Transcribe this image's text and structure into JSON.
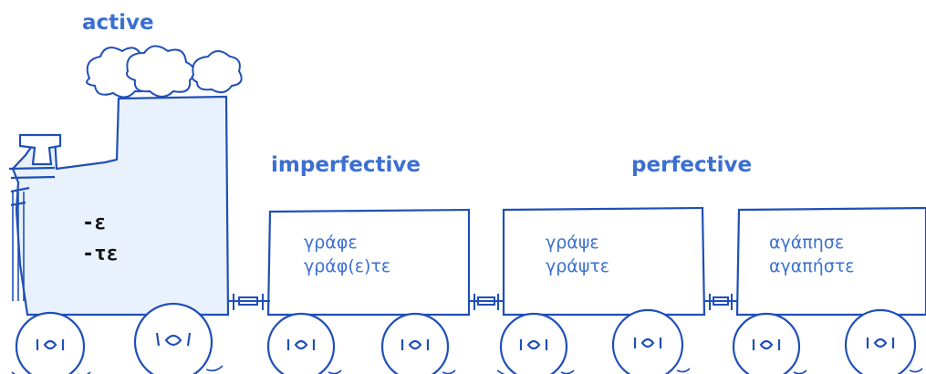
{
  "labels": {
    "voice": "active",
    "imperfective": "imperfective",
    "perfective": "perfective"
  },
  "locomotive": {
    "endings": [
      "-ε",
      "-τε"
    ]
  },
  "cars": [
    {
      "forms": [
        "γράφε",
        "γράφ(ε)τε"
      ]
    },
    {
      "forms": [
        "γράψε",
        "γράψτε"
      ]
    },
    {
      "forms": [
        "αγάπησε",
        "αγαπήστε"
      ]
    }
  ],
  "colors": {
    "outline": "#1f4fb8",
    "heading_text": "#3b6fd1",
    "form_text": "#3b6fd1",
    "ending_text": "#111111",
    "cab_fill": "#e9f2fc"
  }
}
